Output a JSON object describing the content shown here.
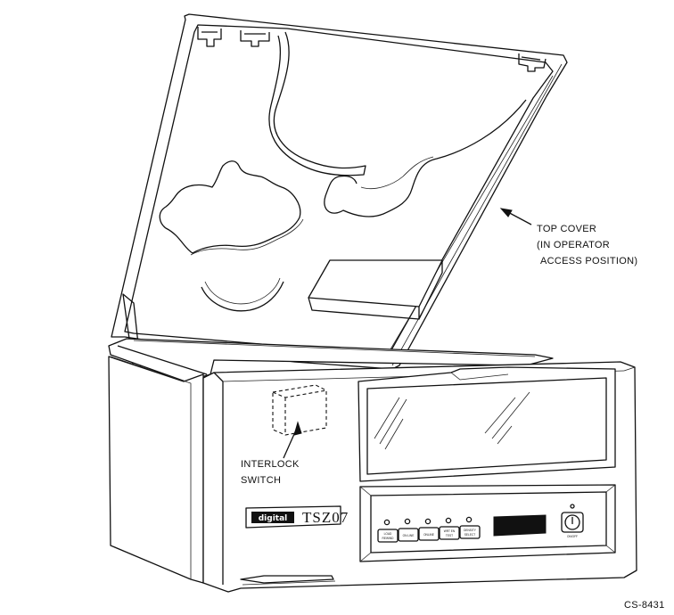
{
  "labels": {
    "top_cover_line1": "TOP COVER",
    "top_cover_line2": "(IN OPERATOR",
    "top_cover_line3": "ACCESS POSITION)",
    "interlock_line1": "INTERLOCK",
    "interlock_line2": "SWITCH",
    "figure_id": "CS-8431"
  },
  "panel": {
    "brand_logo": "digital",
    "model": "TSZ07",
    "buttons": [
      {
        "line1": "LOAD",
        "line2": "REWIND"
      },
      {
        "line1": "ON LINE",
        "line2": ""
      },
      {
        "line1": "ONLINE",
        "line2": ""
      },
      {
        "line1": "WRT EN",
        "line2": "TEST"
      },
      {
        "line1": "DENSITY",
        "line2": "SELECT"
      }
    ],
    "power_label": "ON/OFF"
  }
}
